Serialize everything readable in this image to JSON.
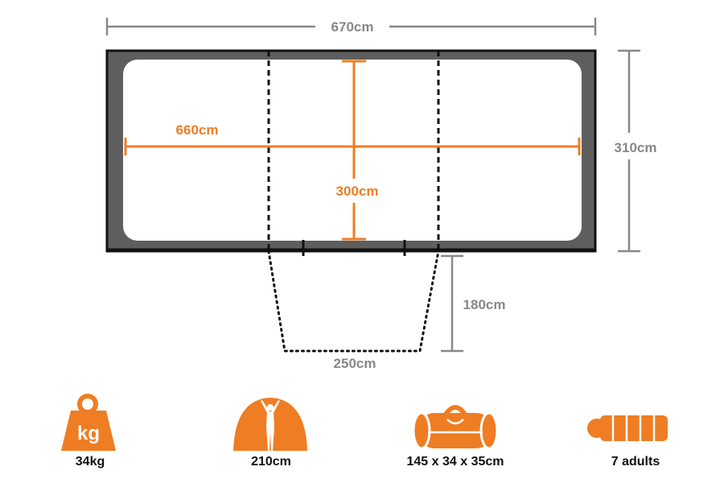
{
  "colors": {
    "accent": "#ef7d23",
    "frame": "#5e5e5e",
    "dimension_gray": "#888888",
    "outline": "#111111",
    "floor": "#ffffff"
  },
  "dimensions": {
    "outer_width": "670cm",
    "outer_depth": "310cm",
    "inner_width": "660cm",
    "inner_depth": "300cm",
    "porch_depth": "180cm",
    "porch_width": "250cm"
  },
  "specs": [
    {
      "icon": "weight-kg-icon",
      "badge": "kg",
      "label": "34kg"
    },
    {
      "icon": "tent-height-person-icon",
      "label": "210cm"
    },
    {
      "icon": "carry-bag-icon",
      "label": "145 x 34 x 35cm"
    },
    {
      "icon": "sleeping-bag-icon",
      "label": "7 adults"
    }
  ]
}
